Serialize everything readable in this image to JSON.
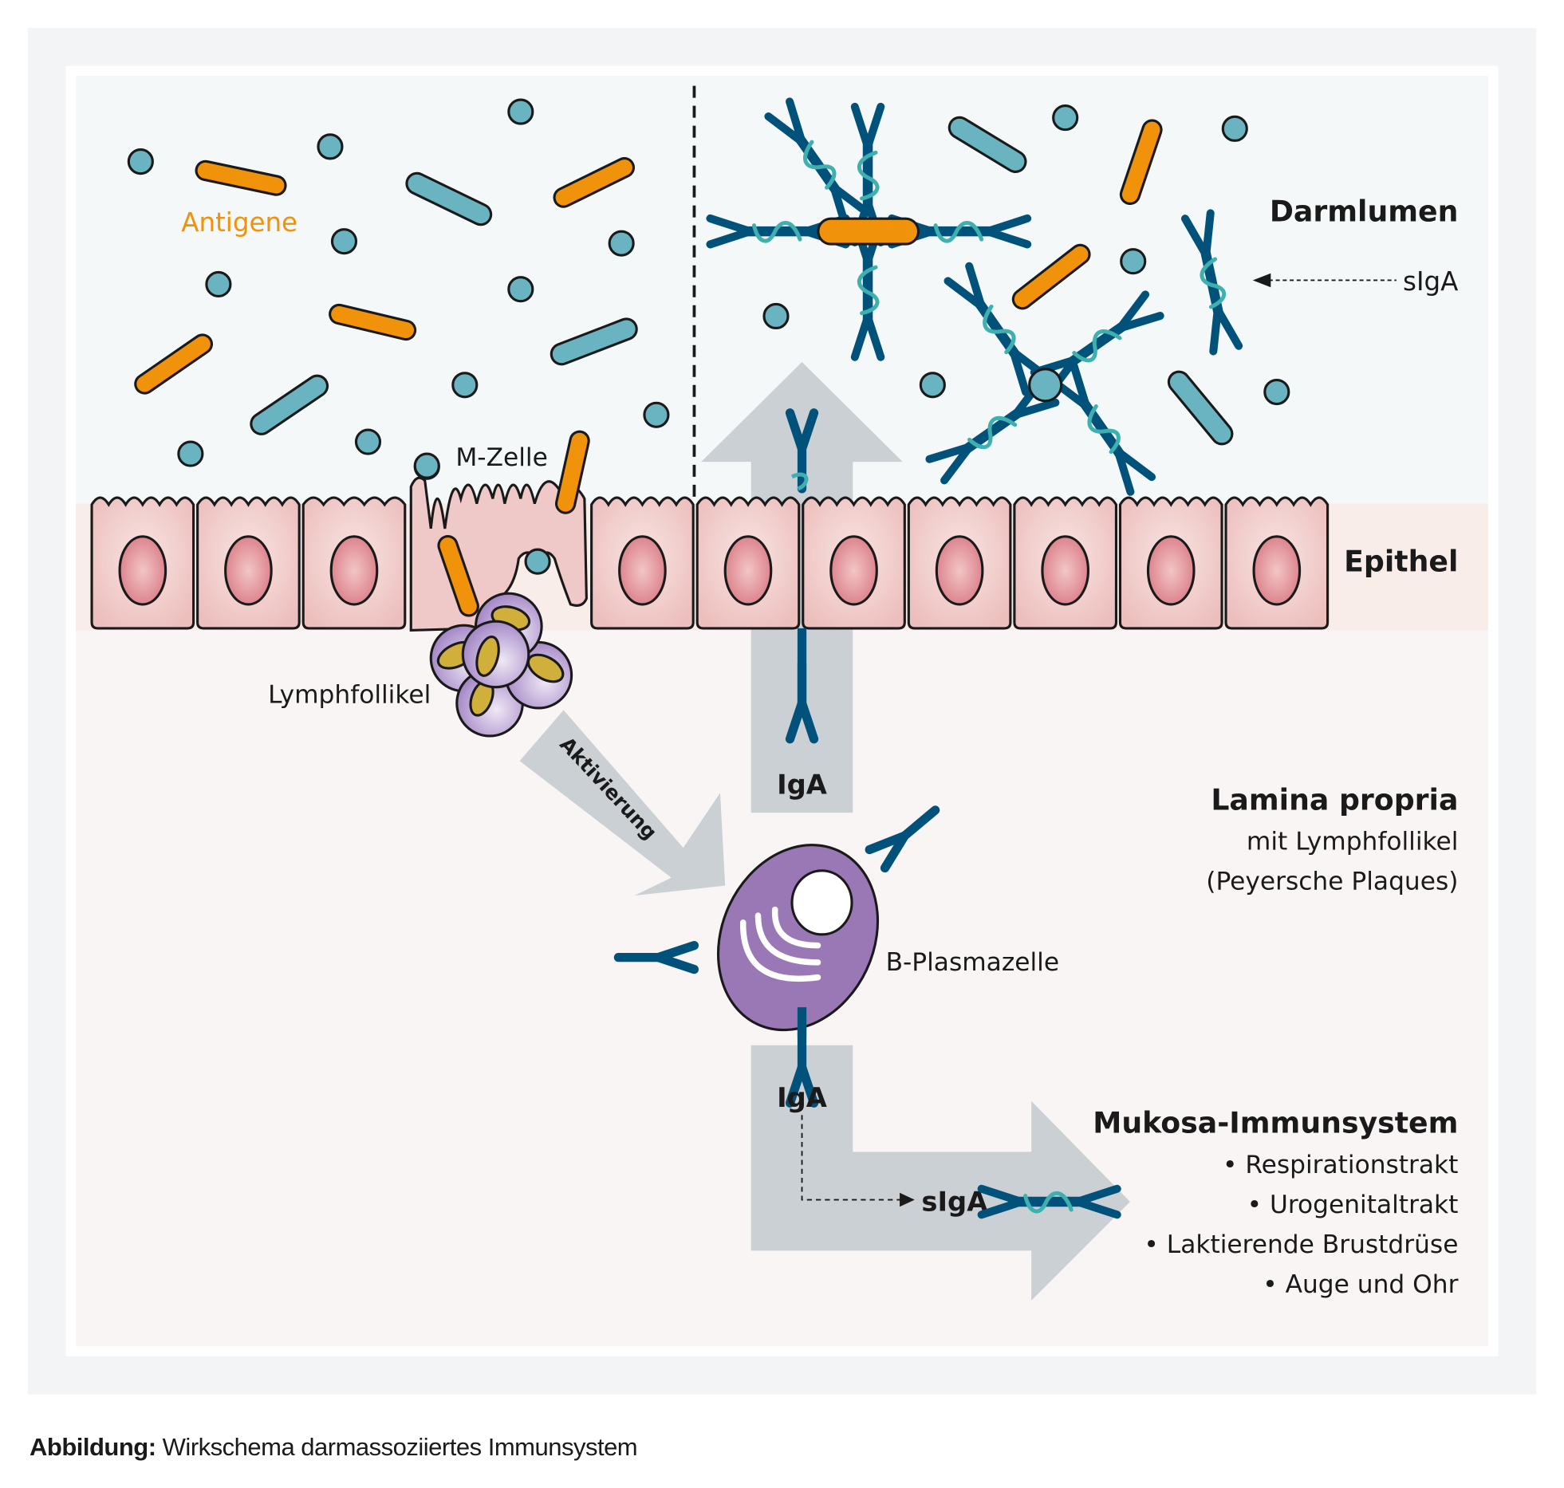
{
  "labels": {
    "antigene": "Antigene",
    "m_zelle": "M-Zelle",
    "darmlumen": "Darmlumen",
    "sIgA_lumen": "sIgA",
    "epithel": "Epithel",
    "lymphfollikel": "Lymphfollikel",
    "aktivierung": "Aktivierung",
    "iga_upper": "IgA",
    "lamina_title": "Lamina propria",
    "lamina_sub1": "mit Lymphfollikel",
    "lamina_sub2": "(Peyersche Plaques)",
    "b_plasmazelle": "B-Plasmazelle",
    "iga_lower": "IgA",
    "sIgA_lower": "sIgA",
    "mukosa_title": "Mukosa-Immunsystem",
    "mukosa_items": [
      "• Respirationstrakt",
      "• Urogenitaltrakt",
      "• Laktierende Brustdrüse",
      "• Auge und Ohr"
    ]
  },
  "caption": {
    "prefix": "Abbildung:",
    "text": " Wirkschema darmassoziiertes Immunsystem"
  },
  "colors": {
    "antigen_orange": "#f0920a",
    "antigen_teal": "#6ab3c1",
    "antibody_blue": "#00527a",
    "secretory_component": "#3fb0b0",
    "arrow_gray": "#cbd0d5",
    "lumen_bg": "#f4f8f9",
    "epithel_bg": "#f8ede9",
    "lamina_bg": "#faf5f5",
    "cell_pink": "#efc9c7",
    "nucleus_red": "#e2929a",
    "plasma_purple": "#9a78b5",
    "follicle_nucleus": "#d0b03a"
  }
}
